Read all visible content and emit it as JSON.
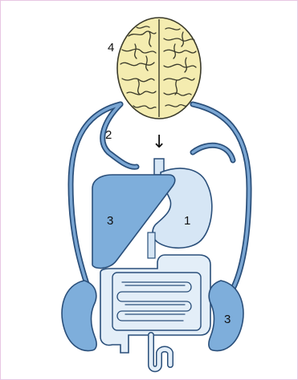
{
  "labels": {
    "stomach": "1",
    "vessels": "2",
    "liver": "3",
    "kidney": "3",
    "brain": "4"
  },
  "arrow": "↓",
  "colors": {
    "brain_fill": "#f4ecb0",
    "brain_stroke": "#3a3a2a",
    "vessel": "#5b86b3",
    "liver": "#7eaedb",
    "stomach": "#d6e6f5",
    "intestine": "#e3eef8",
    "kidney": "#7eaedb",
    "outline": "#2a4f7a",
    "frame": "#e8c6e3"
  }
}
